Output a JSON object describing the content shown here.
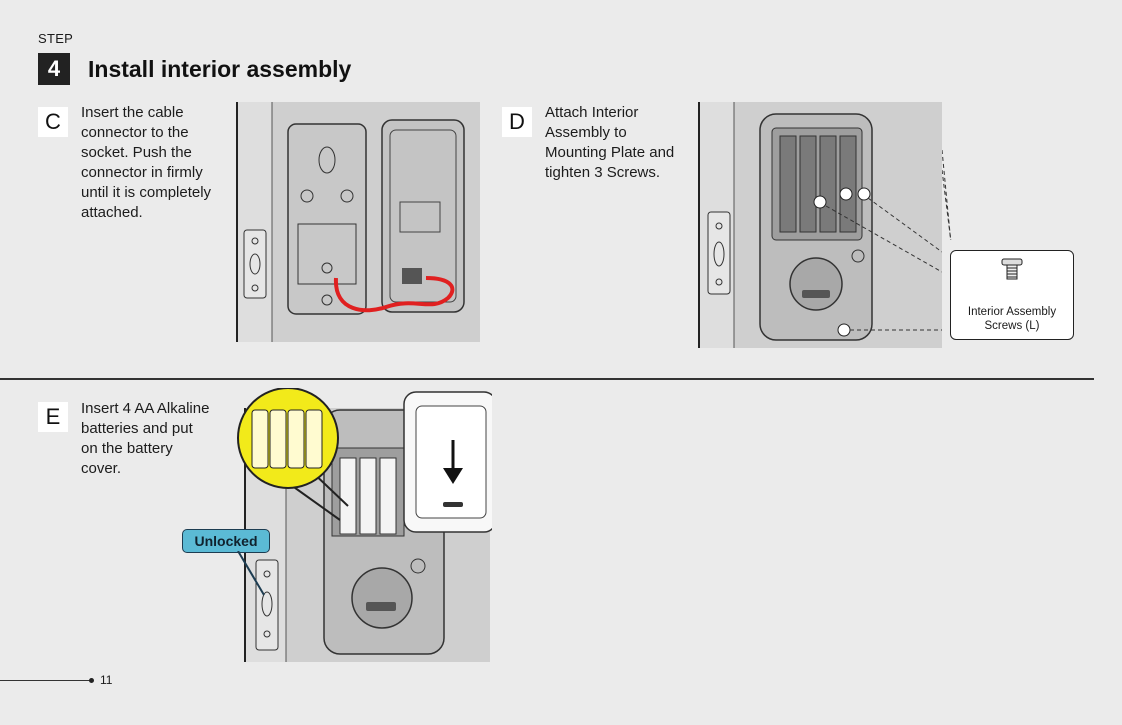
{
  "step": {
    "label": "STEP",
    "number": "4",
    "title": "Install interior assembly"
  },
  "section_c": {
    "letter": "C",
    "lines": [
      "Insert the cable",
      "connector to the",
      "socket. Push the",
      "connector in firmly",
      "until it is completely",
      "attached."
    ]
  },
  "section_d": {
    "letter": "D",
    "lines": [
      "Attach Interior",
      "Assembly to",
      "Mounting Plate and",
      "tighten 3 Screws."
    ],
    "callout": {
      "line1": "Interior Assembly",
      "line2": "Screws (L)"
    }
  },
  "section_e": {
    "letter": "E",
    "lines": [
      "Insert 4 AA Alkaline",
      "batteries and put",
      "on the battery",
      "cover."
    ],
    "badge": "Unlocked"
  },
  "footer": {
    "page_number": "11"
  },
  "colors": {
    "cable": "#e02020",
    "battery_highlight": "#f2ea1a",
    "badge_bg": "#5bbad5",
    "figure_bg": "#cfcfcf",
    "door_edge": "#dedede"
  }
}
